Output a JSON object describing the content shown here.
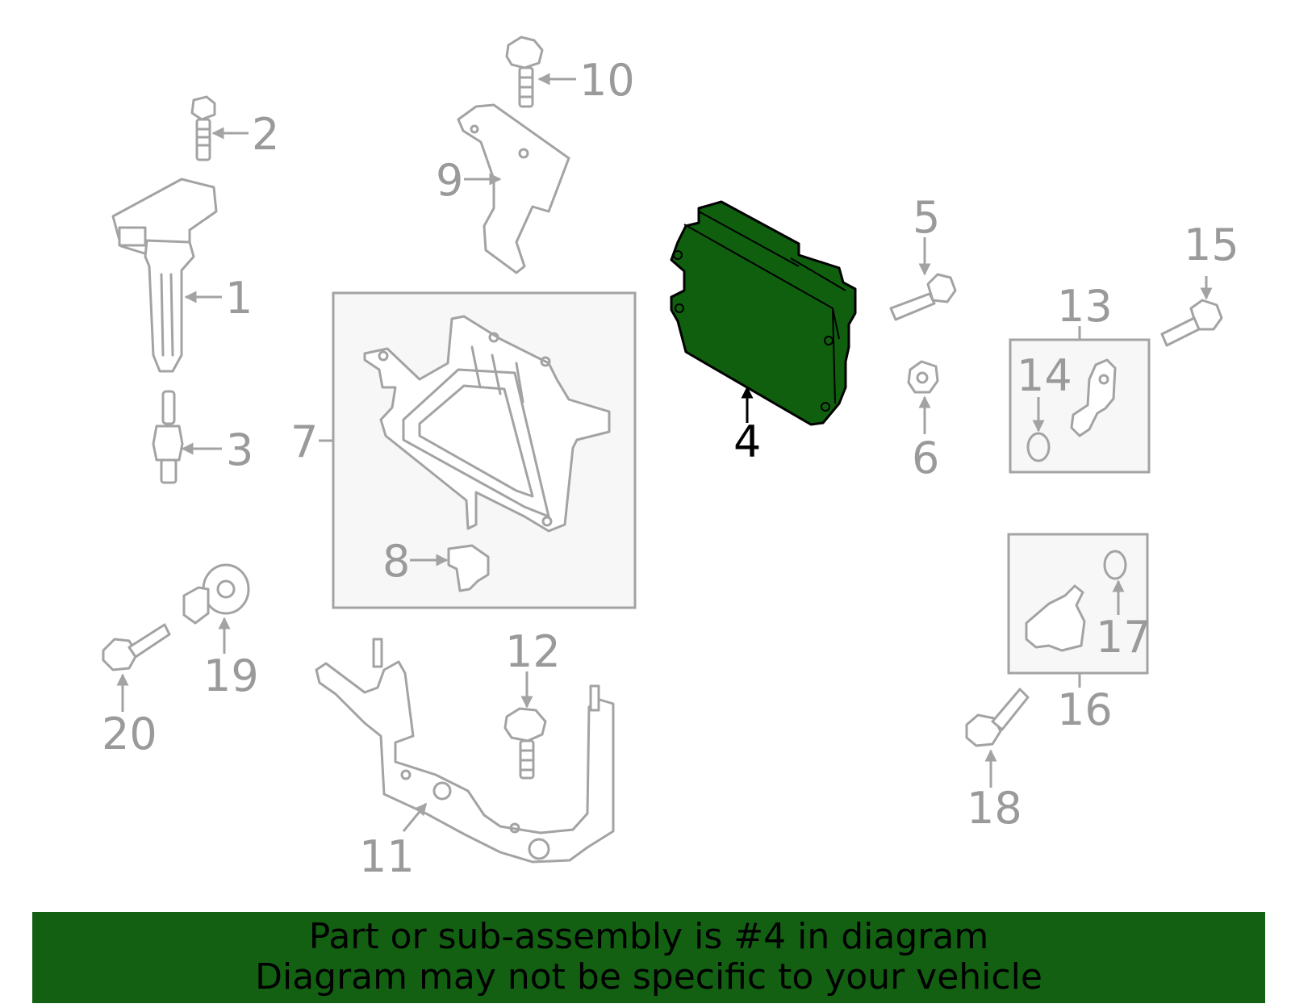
{
  "diagram": {
    "highlight_color": "#136013",
    "highlighted_part": "4",
    "callouts": [
      "1",
      "2",
      "3",
      "4",
      "5",
      "6",
      "7",
      "8",
      "9",
      "10",
      "11",
      "12",
      "13",
      "14",
      "15",
      "16",
      "17",
      "18",
      "19",
      "20"
    ]
  },
  "banner": {
    "line1": "Part or sub-assembly is #4 in diagram",
    "line2": "Diagram may not be specific to your vehicle"
  }
}
